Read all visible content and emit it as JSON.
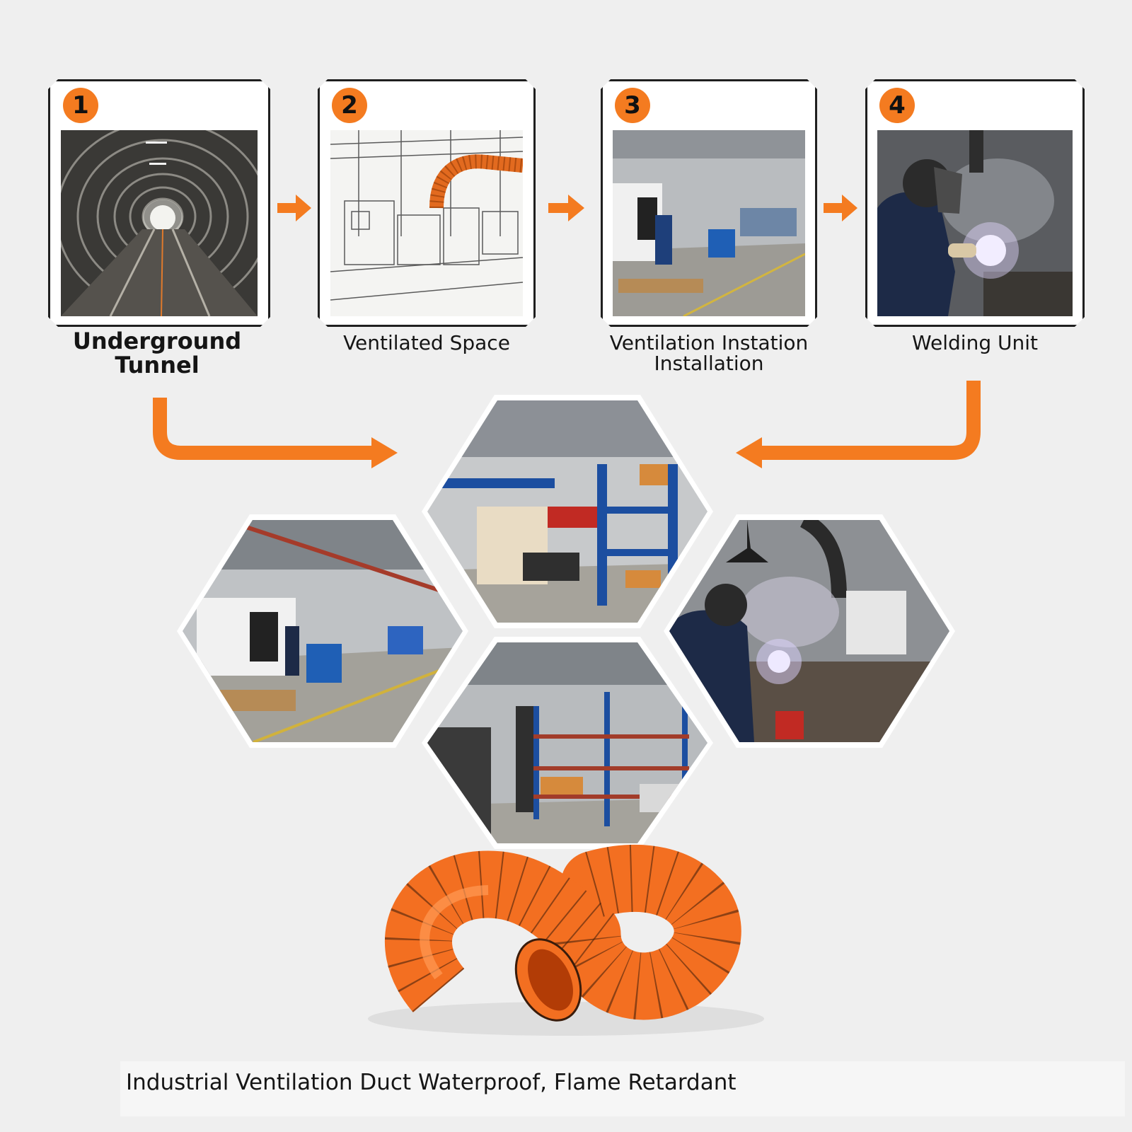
{
  "steps": [
    {
      "number": "1",
      "label": "Underground\nTunnel"
    },
    {
      "number": "2",
      "label": "Ventilated Space"
    },
    {
      "number": "3",
      "label": "Ventilation Instation\nInstallation"
    },
    {
      "number": "4",
      "label": "Welding Unit"
    }
  ],
  "caption": "Industrial Ventilation Duct Waterproof, Flame Retardant",
  "colors": {
    "accent": "#f47b20",
    "frame": "#1f1f1f",
    "background": "#efefef",
    "duct_orange": "#f36f21"
  },
  "icons": {
    "step_arrow": "arrow-right-icon",
    "flow_arrow": "arrow-elbow-icon"
  }
}
